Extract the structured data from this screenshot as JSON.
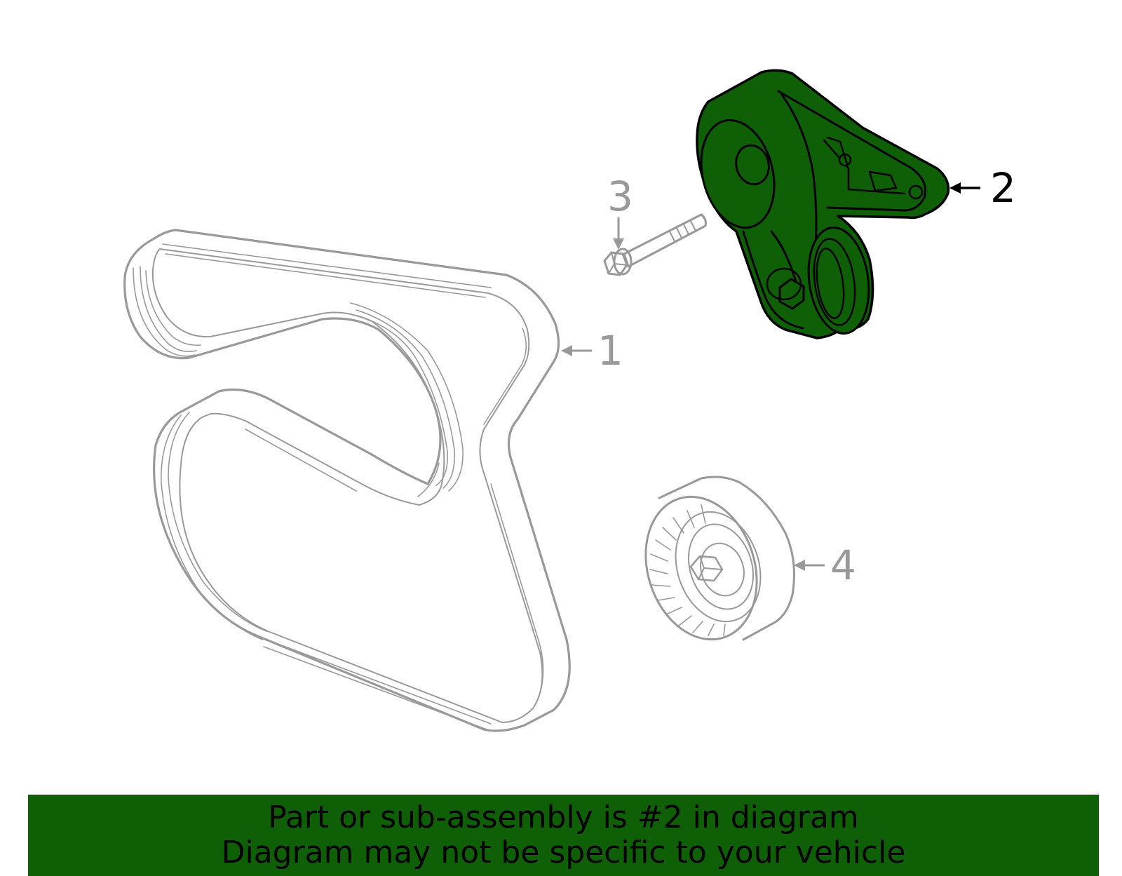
{
  "diagram": {
    "callouts": [
      {
        "number": "1",
        "part": "belt"
      },
      {
        "number": "2",
        "part": "tensioner"
      },
      {
        "number": "3",
        "part": "bolt"
      },
      {
        "number": "4",
        "part": "idler-pulley"
      }
    ],
    "highlighted_callout": "2",
    "colors": {
      "highlight": "#0f5f07",
      "line_art": "#999999",
      "active_label": "#000000"
    }
  },
  "banner": {
    "line1": "Part or sub-assembly is #2 in diagram",
    "line2": "Diagram may not be specific to your vehicle"
  }
}
